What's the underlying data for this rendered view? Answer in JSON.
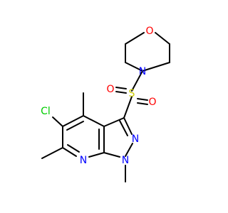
{
  "colors": {
    "carbon_bond": "#000000",
    "nitrogen": "#0000ff",
    "oxygen": "#ff0000",
    "sulfur": "#cccc00",
    "chlorine": "#00cc00",
    "background": "#ffffff"
  },
  "atoms": {
    "oxygen_morpholine": "O",
    "nitrogen_morpholine": "N",
    "sulfur": "S",
    "oxygen_sulfonyl_left": "O",
    "oxygen_sulfonyl_right": "O",
    "chlorine": "Cl",
    "nitrogen_pyrazole_n2": "N",
    "nitrogen_pyrazole_n1": "N",
    "nitrogen_pyridine": "N"
  }
}
